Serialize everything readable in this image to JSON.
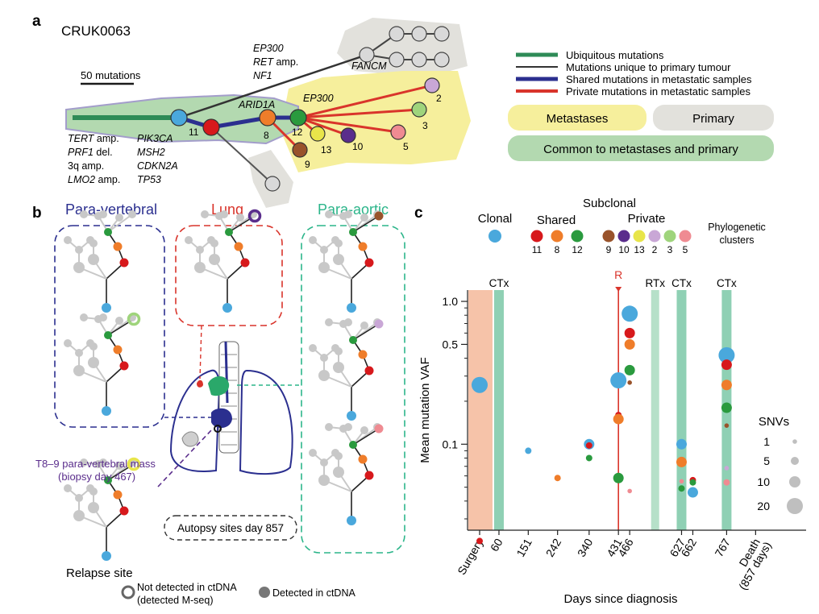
{
  "panel_a": {
    "letter": "a",
    "patient": "CRUK0063",
    "scale_label": "50 mutations",
    "trunk_genes": [
      "TERT",
      "PRF1",
      "3q amp.",
      "LMO2"
    ],
    "trunk_suffixes": [
      " amp.",
      " del.",
      "",
      " amp."
    ],
    "trunk_genes_2": [
      "PIK3CA",
      "MSH2",
      "CDKN2A",
      "TP53"
    ],
    "primary_genes": [
      "EP300",
      "RET",
      "NF1"
    ],
    "primary_suffixes": [
      "",
      " amp.",
      ""
    ],
    "fancm": "FANCM",
    "arid1a": "ARID1A",
    "ep300": "EP300",
    "node_labels": [
      "11",
      "8",
      "12",
      "13",
      "10",
      "9",
      "2",
      "3",
      "5"
    ]
  },
  "legend": {
    "lines": [
      {
        "label": "Ubiquitous mutations",
        "color": "#2e8b57"
      },
      {
        "label": "Mutations unique to primary tumour",
        "color": "#333333"
      },
      {
        "label": "Shared mutations in metastatic samples",
        "color": "#2b2f8f"
      },
      {
        "label": "Private mutations in metastatic samples",
        "color": "#d9342b"
      }
    ],
    "boxes": {
      "metastases": "Metastases",
      "primary": "Primary",
      "common": "Common to metastases and primary"
    }
  },
  "panel_b": {
    "letter": "b",
    "para_vertebral": "Para-vertebral",
    "lung": "Lung",
    "para_aortic": "Para-aortic",
    "mass_label_1": "T8–9 para-vertebral mass",
    "mass_label_2": "(biopsy day 467)",
    "autopsy_label": "Autopsy sites day 857",
    "relapse_label": "Relapse site",
    "key_not_detected_1": "Not detected in ctDNA",
    "key_not_detected_2": "(detected M-seq)",
    "key_detected": "Detected in ctDNA"
  },
  "colors": {
    "clonal": "#4aa8dc",
    "c11": "#d7191c",
    "c8": "#ef7d2a",
    "c12": "#2a9a3e",
    "c9": "#99532b",
    "c10": "#5a2d8c",
    "c13": "#e8e54a",
    "c2": "#c9a7d6",
    "c3": "#9fd47c",
    "c5": "#ef8b92",
    "grey": "#bdbdbd",
    "blue_border": "#2b2f8f",
    "red_border": "#d9342b",
    "green_border": "#2cb58a",
    "ctx_band": "#8fd0b4",
    "surgery_band": "#f6c3a9",
    "relapse_line": "#d9342b"
  },
  "panel_c": {
    "letter": "c",
    "subclonal": "Subclonal",
    "clonal": "Clonal",
    "shared": "Shared",
    "private": "Private",
    "phylo": [
      "Phylogenetic",
      "clusters"
    ],
    "shared_clusters": [
      {
        "label": "11",
        "color_key": "c11"
      },
      {
        "label": "8",
        "color_key": "c8"
      },
      {
        "label": "12",
        "color_key": "c12"
      }
    ],
    "private_clusters": [
      {
        "label": "9",
        "color_key": "c9"
      },
      {
        "label": "10",
        "color_key": "c10"
      },
      {
        "label": "13",
        "color_key": "c13"
      },
      {
        "label": "2",
        "color_key": "c2"
      },
      {
        "label": "3",
        "color_key": "c3"
      },
      {
        "label": "5",
        "color_key": "c5"
      }
    ],
    "snv_title": "SNVs",
    "snv_sizes": [
      "1",
      "5",
      "10",
      "20"
    ],
    "treatment_labels": {
      "ctx": "CTx",
      "rtx": "RTx",
      "relapse": "R"
    },
    "surgery_label": "Surgery",
    "death_label_1": "Death",
    "death_label_2": "(857 days)"
  },
  "chart_data": {
    "type": "scatter",
    "xlabel": "Days since diagnosis",
    "ylabel": "Mean mutation VAF",
    "y_scale": "log",
    "ylim": [
      0.025,
      1.2
    ],
    "yticks": [
      "1.0",
      "0.5",
      "0.1"
    ],
    "x_categories": [
      "Surgery",
      "60",
      "151",
      "242",
      "340",
      "431",
      "466",
      "627",
      "662",
      "767",
      "Death (857 days)"
    ],
    "treatments": [
      {
        "label": "CTx",
        "day": 60
      },
      {
        "label": "R",
        "day": 431
      },
      {
        "label": "RTx",
        "day": 545
      },
      {
        "label": "CTx",
        "day": 627
      },
      {
        "label": "CTx",
        "day": 767
      }
    ],
    "series": [
      {
        "name": "Clonal",
        "color_key": "clonal",
        "points": [
          {
            "day": 0,
            "vaf": 0.26,
            "snvs": 20
          },
          {
            "day": 151,
            "vaf": 0.09,
            "snvs": 5
          },
          {
            "day": 340,
            "vaf": 0.1,
            "snvs": 10
          },
          {
            "day": 431,
            "vaf": 0.28,
            "snvs": 20
          },
          {
            "day": 466,
            "vaf": 0.82,
            "snvs": 20
          },
          {
            "day": 627,
            "vaf": 0.1,
            "snvs": 10
          },
          {
            "day": 662,
            "vaf": 0.046,
            "snvs": 10
          },
          {
            "day": 767,
            "vaf": 0.42,
            "snvs": 20
          }
        ]
      },
      {
        "name": "11",
        "color_key": "c11",
        "points": [
          {
            "day": 0,
            "vaf": 0.021,
            "snvs": 5
          },
          {
            "day": 340,
            "vaf": 0.098,
            "snvs": 5
          },
          {
            "day": 431,
            "vaf": 0.16,
            "snvs": 5
          },
          {
            "day": 466,
            "vaf": 0.6,
            "snvs": 10
          },
          {
            "day": 662,
            "vaf": 0.056,
            "snvs": 5
          },
          {
            "day": 767,
            "vaf": 0.36,
            "snvs": 10
          }
        ]
      },
      {
        "name": "8",
        "color_key": "c8",
        "points": [
          {
            "day": 242,
            "vaf": 0.058,
            "snvs": 5
          },
          {
            "day": 431,
            "vaf": 0.15,
            "snvs": 10
          },
          {
            "day": 466,
            "vaf": 0.5,
            "snvs": 10
          },
          {
            "day": 627,
            "vaf": 0.075,
            "snvs": 10
          },
          {
            "day": 767,
            "vaf": 0.26,
            "snvs": 10
          }
        ]
      },
      {
        "name": "12",
        "color_key": "c12",
        "points": [
          {
            "day": 340,
            "vaf": 0.08,
            "snvs": 5
          },
          {
            "day": 431,
            "vaf": 0.058,
            "snvs": 10
          },
          {
            "day": 466,
            "vaf": 0.33,
            "snvs": 10
          },
          {
            "day": 627,
            "vaf": 0.049,
            "snvs": 5
          },
          {
            "day": 662,
            "vaf": 0.054,
            "snvs": 5
          },
          {
            "day": 767,
            "vaf": 0.18,
            "snvs": 10
          }
        ]
      },
      {
        "name": "9",
        "color_key": "c9",
        "points": [
          {
            "day": 466,
            "vaf": 0.27,
            "snvs": 1
          },
          {
            "day": 767,
            "vaf": 0.135,
            "snvs": 1
          }
        ]
      },
      {
        "name": "2",
        "color_key": "c2",
        "points": [
          {
            "day": 767,
            "vaf": 0.068,
            "snvs": 1
          }
        ]
      },
      {
        "name": "5",
        "color_key": "c5",
        "points": [
          {
            "day": 466,
            "vaf": 0.047,
            "snvs": 1
          },
          {
            "day": 627,
            "vaf": 0.055,
            "snvs": 1
          },
          {
            "day": 767,
            "vaf": 0.054,
            "snvs": 5
          }
        ]
      }
    ]
  }
}
